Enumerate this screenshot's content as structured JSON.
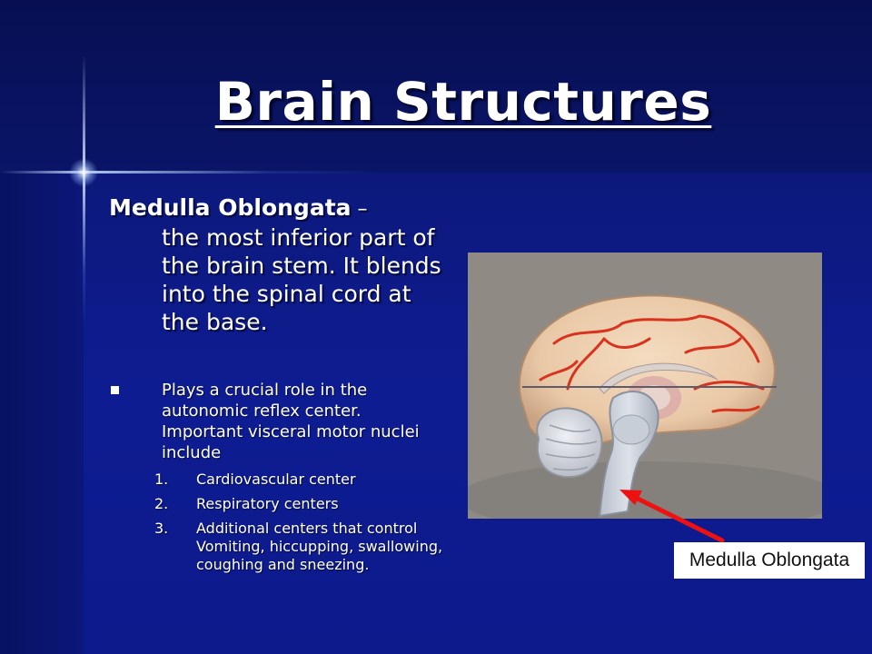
{
  "slide": {
    "title": "Brain Structures",
    "heading": {
      "term": "Medulla Oblongata",
      "dash": " –",
      "definition": "the most inferior part of the brain stem.  It blends into the spinal cord at the base."
    },
    "bullet": "Plays a crucial role in the autonomic reflex center. Important visceral motor nuclei include",
    "list": [
      {
        "num": "1.",
        "text": "Cardiovascular center"
      },
      {
        "num": "2.",
        "text": "Respiratory centers"
      },
      {
        "num": "3.",
        "text": "Additional centers that control Vomiting, hiccupping, swallowing, coughing and sneezing."
      }
    ],
    "callout_label": "Medulla Oblongata"
  },
  "colors": {
    "background": "#0d1a8a",
    "text": "#ffffff",
    "arrow": "#ee1111",
    "photo_backdrop": "#8e8a82"
  }
}
